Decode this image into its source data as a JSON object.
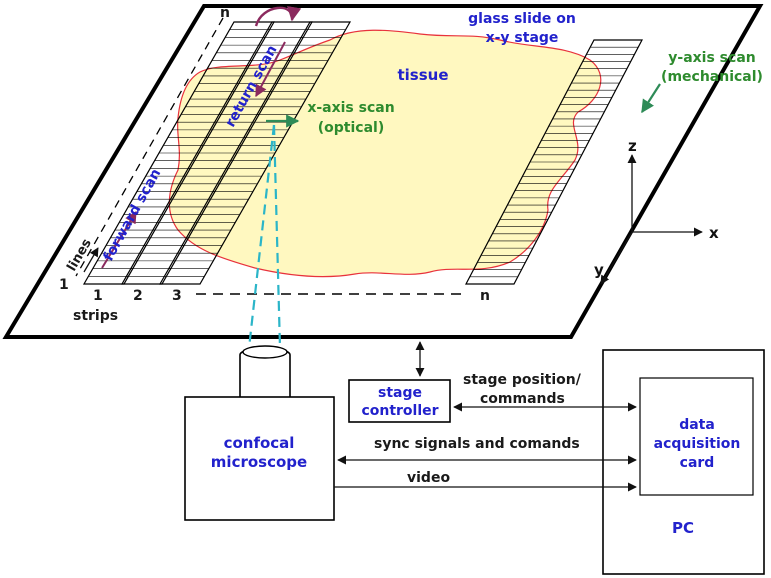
{
  "slide": {
    "title_line1": "glass slide on",
    "title_line2": "x-y stage",
    "tissue_label": "tissue",
    "n_top": "n",
    "n_bottom": "n",
    "lines_label": "lines",
    "line_one": "1",
    "strip_numbers": [
      "1",
      "2",
      "3"
    ],
    "strips_label": "strips"
  },
  "scans": {
    "return_scan": "return scan",
    "forward_scan": "forward scan",
    "x_axis_line1": "x-axis scan",
    "x_axis_line2": "(optical)",
    "y_axis_line1": "y-axis scan",
    "y_axis_line2": "(mechanical)"
  },
  "axes": {
    "z": "z",
    "x": "x",
    "y": "y"
  },
  "blocks": {
    "microscope_line1": "confocal",
    "microscope_line2": "microscope",
    "controller_line1": "stage",
    "controller_line2": "controller",
    "daq_line1": "data",
    "daq_line2": "acquisition",
    "daq_line3": "card",
    "pc": "PC"
  },
  "connections": {
    "stage_position_line1": "stage position/",
    "stage_position_line2": "commands",
    "sync": "sync signals and comands",
    "video": "video"
  },
  "colors": {
    "tissue_fill": "#fff8c0",
    "tissue_edge": "#e8323c",
    "scan_purple": "#8b2a5e",
    "scan_green": "#2e8b57",
    "beam_cyan": "#2bb5c8",
    "label_blue": "#2222cc",
    "label_green": "#2e8b2e"
  }
}
